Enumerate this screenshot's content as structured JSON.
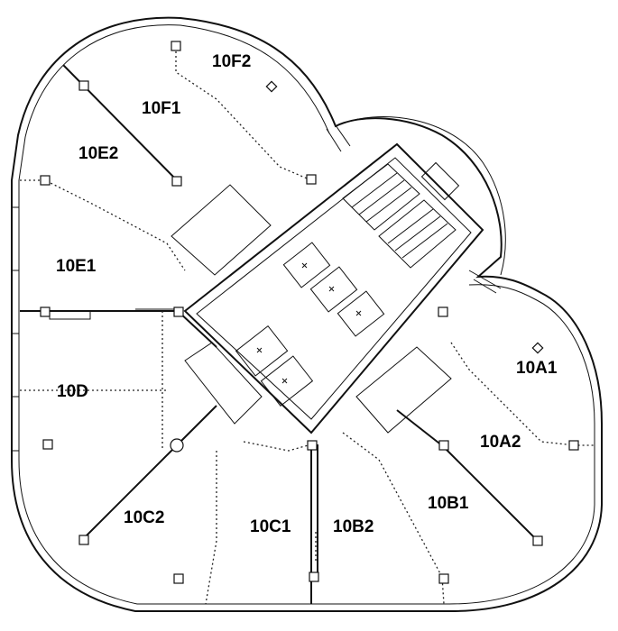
{
  "plan": {
    "units": [
      {
        "id": "10A1",
        "label": "10A1"
      },
      {
        "id": "10A2",
        "label": "10A2"
      },
      {
        "id": "10B1",
        "label": "10B1"
      },
      {
        "id": "10B2",
        "label": "10B2"
      },
      {
        "id": "10C1",
        "label": "10C1"
      },
      {
        "id": "10C2",
        "label": "10C2"
      },
      {
        "id": "10D",
        "label": "10D"
      },
      {
        "id": "10E1",
        "label": "10E1"
      },
      {
        "id": "10E2",
        "label": "10E2"
      },
      {
        "id": "10F1",
        "label": "10F1"
      },
      {
        "id": "10F2",
        "label": "10F2"
      }
    ]
  }
}
